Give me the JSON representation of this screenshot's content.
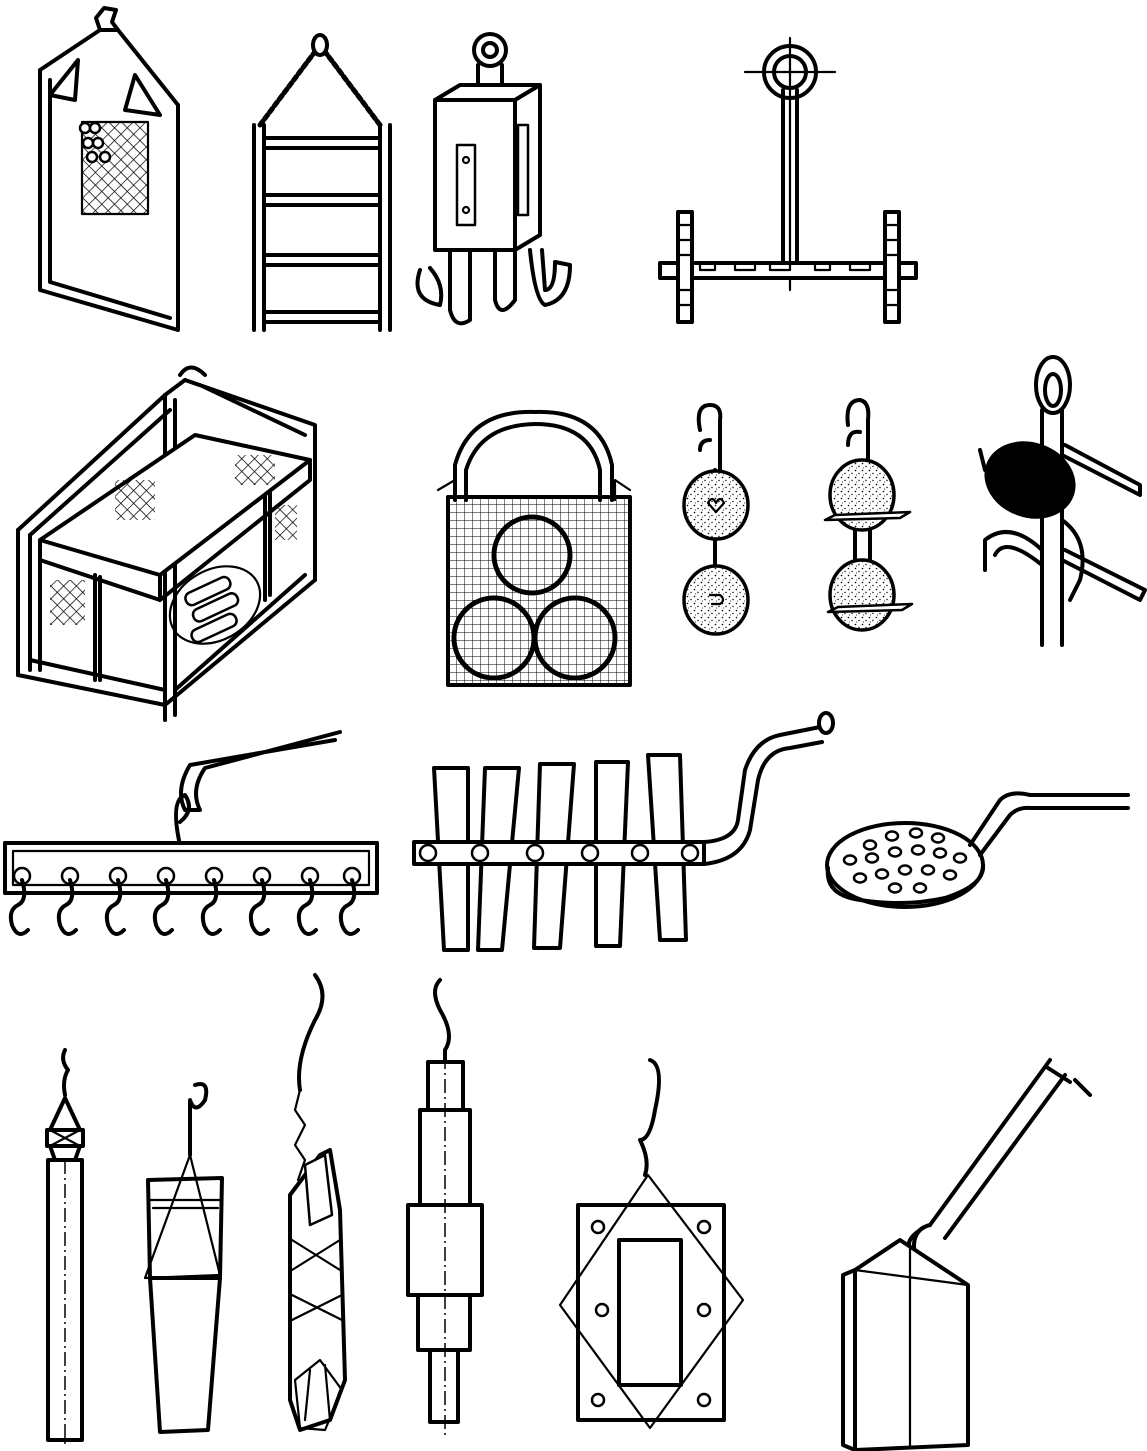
{
  "figure": {
    "background": "#ffffff",
    "stroke_color": "#000000",
    "items": [
      {
        "name": "hanger-frame-with-mesh"
      },
      {
        "name": "chain-ladder-rack"
      },
      {
        "name": "block-with-double-hooks"
      },
      {
        "name": "ring-hook-crossbar"
      },
      {
        "name": "basket-rack-with-pipes"
      },
      {
        "name": "mesh-bag-with-rings"
      },
      {
        "name": "hook-with-two-discs"
      },
      {
        "name": "clamp-with-two-discs"
      },
      {
        "name": "branched-hanger-with-part"
      },
      {
        "name": "s-hook-bar"
      },
      {
        "name": "crank-spindle-with-blades"
      },
      {
        "name": "perforated-spoon-ladle"
      },
      {
        "name": "wire-wrapped-rod"
      },
      {
        "name": "wire-wrapped-tapered-block"
      },
      {
        "name": "wire-wrapped-bent-strip"
      },
      {
        "name": "wire-hung-stepped-shaft"
      },
      {
        "name": "wire-wrapped-plate"
      },
      {
        "name": "hooked-block-on-rod"
      }
    ]
  }
}
